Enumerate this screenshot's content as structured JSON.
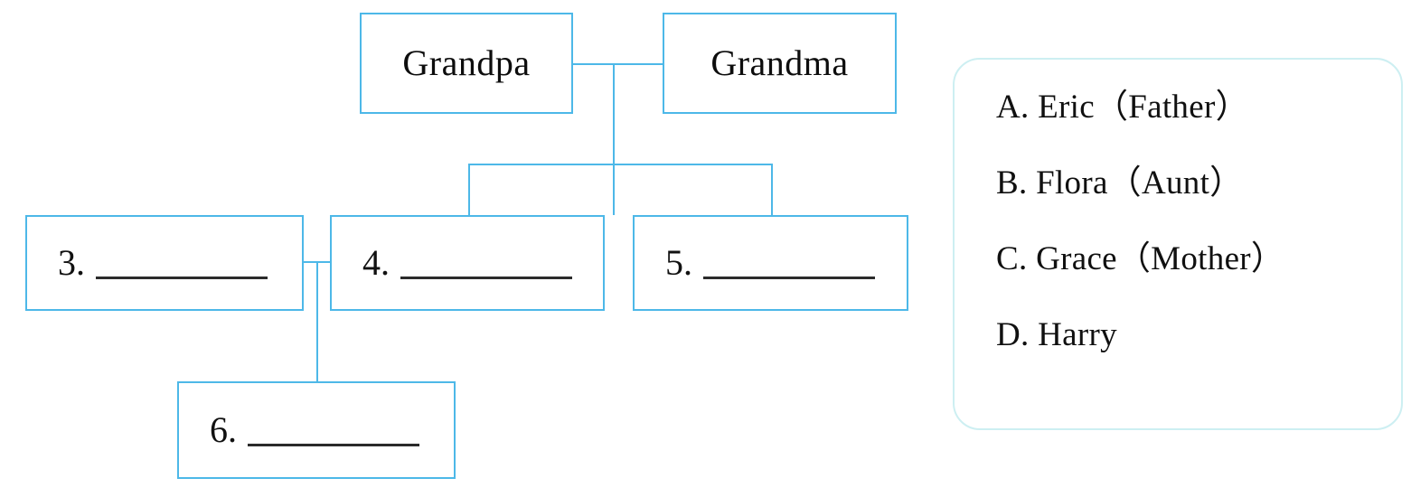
{
  "diagram": {
    "title": "family-tree-fill-in-the-blank",
    "colors": {
      "box_border": "#4db8e8",
      "connector": "#4db8e8",
      "panel_border": "#cdeff2",
      "text": "#101010",
      "blank_rule": "#2b2b2b"
    },
    "nodes": [
      {
        "id": "grandpa",
        "label": "Grandpa"
      },
      {
        "id": "grandma",
        "label": "Grandma"
      },
      {
        "id": "child-left",
        "label": "3."
      },
      {
        "id": "child-middle",
        "label": "4."
      },
      {
        "id": "child-right",
        "label": "5."
      },
      {
        "id": "grandchild",
        "label": "6."
      }
    ]
  },
  "options": {
    "items": [
      {
        "key": "A",
        "text": "A. Eric（Father）"
      },
      {
        "key": "B",
        "text": "B. Flora（Aunt）"
      },
      {
        "key": "C",
        "text": "C. Grace（Mother）"
      },
      {
        "key": "D",
        "text": "D. Harry"
      }
    ]
  }
}
